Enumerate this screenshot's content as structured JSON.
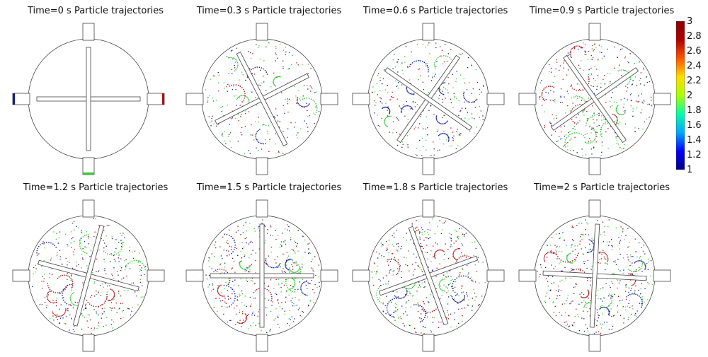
{
  "title_time_prefix": "Time=",
  "title_suffix": "Particle trajectories",
  "panels": [
    {
      "time": "0 s",
      "angle": 0,
      "clusters": 0
    },
    {
      "time": "0.3 s",
      "angle": -27,
      "clusters": 1
    },
    {
      "time": "0.6 s",
      "angle": -55,
      "clusters": 2
    },
    {
      "time": "0.9 s",
      "angle": -35,
      "clusters": 3
    },
    {
      "time": "1.2 s",
      "angle": 15,
      "clusters": 3
    },
    {
      "time": "1.5 s",
      "angle": 0,
      "clusters": 4
    },
    {
      "time": "1.8 s",
      "angle": -20,
      "clusters": 4
    },
    {
      "time": "2 s",
      "angle": 3,
      "clusters": 4
    }
  ],
  "colorbar": {
    "ticks": [
      "3",
      "2.8",
      "2.6",
      "2.4",
      "2.2",
      "2",
      "1.8",
      "1.6",
      "1.4",
      "1.2",
      "1"
    ],
    "min": 1,
    "max": 3,
    "stops": [
      "#00008b",
      "#0000ff",
      "#00aaff",
      "#00ffaa",
      "#aaff00",
      "#ffdd00",
      "#ff5500",
      "#b00000",
      "#8b0000"
    ]
  },
  "particle_colors": {
    "blue": "#101a9c",
    "green": "#33cc33",
    "red": "#b01010"
  }
}
